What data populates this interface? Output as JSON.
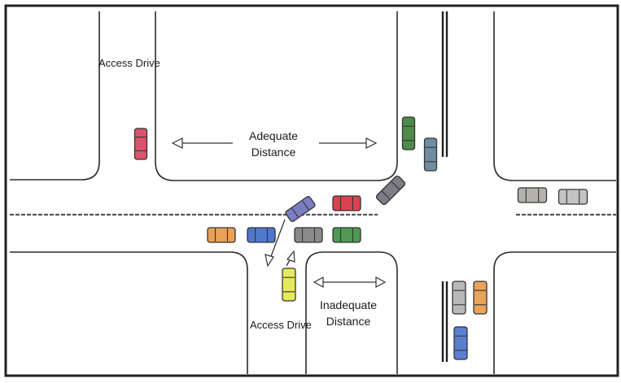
{
  "labels": {
    "access_drive_top": "Access Drive",
    "access_drive_bottom": "Access Drive",
    "adequate_line1": "Adequate",
    "adequate_line2": "Distance",
    "inadequate_line1": "Inadequate",
    "inadequate_line2": "Distance"
  },
  "colors": {
    "border": "#222222",
    "road_line": "#2b2b2b",
    "lane_dash": "#555555"
  },
  "vehicles": [
    {
      "name": "car-pink-access-drive",
      "color": "#d9546e"
    },
    {
      "name": "car-green-northbound",
      "color": "#4f8a4a"
    },
    {
      "name": "car-slate-northbound",
      "color": "#6f8ea0"
    },
    {
      "name": "car-gray-turning",
      "color": "#7d7d85"
    },
    {
      "name": "car-red-westbound",
      "color": "#d9434f"
    },
    {
      "name": "car-blue-purple-turning",
      "color": "#7a7fc4"
    },
    {
      "name": "car-gray-east-1",
      "color": "#b3b3ab"
    },
    {
      "name": "car-gray-east-2",
      "color": "#c4c4c4"
    },
    {
      "name": "car-orange-eastbound",
      "color": "#e8a157"
    },
    {
      "name": "car-blue-eastbound",
      "color": "#4f78c9"
    },
    {
      "name": "car-darkgray-eastbound",
      "color": "#8a8a8a"
    },
    {
      "name": "car-green-eastbound",
      "color": "#4e9a54"
    },
    {
      "name": "car-yellow-access-drive",
      "color": "#e6ea5a"
    },
    {
      "name": "car-gray-southbound",
      "color": "#b9b9b9"
    },
    {
      "name": "car-orange-southbound",
      "color": "#e9a45a"
    },
    {
      "name": "car-blue-southbound",
      "color": "#5b7fd0"
    }
  ]
}
